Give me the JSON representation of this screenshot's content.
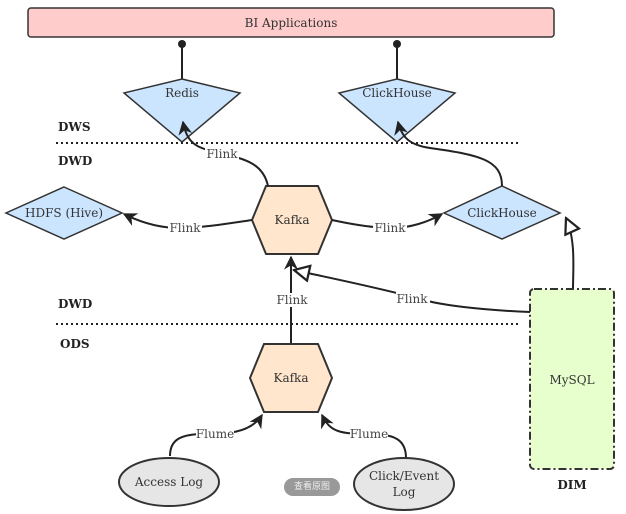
{
  "diagram": {
    "nodes": {
      "bi": "BI Applications",
      "redis": "Redis",
      "clickhouse_dws": "ClickHouse",
      "hdfs": "HDFS (Hive)",
      "kafka_dwd": "Kafka",
      "clickhouse_dwd": "ClickHouse",
      "mysql": "MySQL",
      "kafka_ods": "Kafka",
      "access_log": "Access Log",
      "click_log_line1": "Click/Event",
      "click_log_line2": "Log"
    },
    "layers": {
      "dws": "DWS",
      "dwd_top": "DWD",
      "dwd_bottom": "DWD",
      "ods": "ODS",
      "dim": "DIM"
    },
    "edges": {
      "kafka_to_redis": "Flink",
      "kafka_to_hdfs": "Flink",
      "kafka_to_clickhouse": "Flink",
      "ods_to_dwd": "Flink",
      "mysql_to_kafka": "Flink",
      "access_to_kafka": "Flume",
      "click_to_kafka": "Flume"
    },
    "colors": {
      "bi_fill": "#ffcccc",
      "diamond_fill": "#cce5ff",
      "kafka_fill": "#ffe6cc",
      "mysql_fill": "#e6ffcc",
      "ellipse_fill": "#e6e6e6"
    }
  },
  "overlay": {
    "view_original_button": "查看原图"
  }
}
